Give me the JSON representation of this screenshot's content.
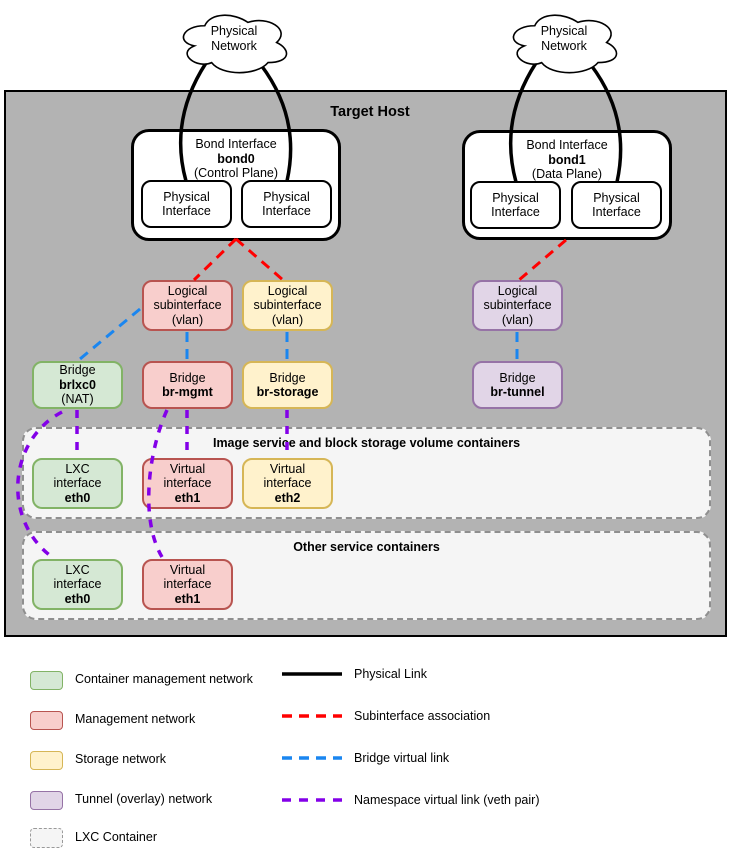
{
  "colors": {
    "host_bg": "#b3b3b3",
    "green_fill": "#d5e8d4",
    "green_stroke": "#82b366",
    "red_fill": "#f8cecc",
    "red_stroke": "#b85450",
    "yellow_fill": "#fff2cc",
    "yellow_stroke": "#d6b656",
    "purple_fill": "#e1d5e7",
    "purple_stroke": "#9673a6",
    "container_fill": "#f5f5f5",
    "container_stroke": "#8f8f8f",
    "link_physical": "#000000",
    "link_subinterface": "#ff0000",
    "link_bridge": "#1a86f0",
    "link_namespace": "#8300e8"
  },
  "clouds": {
    "left": "Physical Network",
    "right": "Physical Network"
  },
  "host": {
    "title": "Target Host"
  },
  "bonds": {
    "bond0": {
      "title": "Bond Interface",
      "name": "bond0",
      "plane": "(Control Plane)",
      "if_left": "Physical Interface",
      "if_right": "Physical Interface"
    },
    "bond1": {
      "title": "Bond Interface",
      "name": "bond1",
      "plane": "(Data Plane)",
      "if_left": "Physical Interface",
      "if_right": "Physical Interface"
    }
  },
  "vlans": {
    "mgmt": {
      "l1": "Logical",
      "l2": "subinterface",
      "l3": "(vlan)"
    },
    "storage": {
      "l1": "Logical",
      "l2": "subinterface",
      "l3": "(vlan)"
    },
    "tunnel": {
      "l1": "Logical",
      "l2": "subinterface",
      "l3": "(vlan)"
    }
  },
  "bridges": {
    "lxc": {
      "kind": "Bridge",
      "name": "brlxc0",
      "note": "(NAT)"
    },
    "mgmt": {
      "kind": "Bridge",
      "name": "br-mgmt"
    },
    "storage": {
      "kind": "Bridge",
      "name": "br-storage"
    },
    "tunnel": {
      "kind": "Bridge",
      "name": "br-tunnel"
    }
  },
  "containers": {
    "image_storage": {
      "title": "Image service and block storage volume containers",
      "eth0": {
        "l1": "LXC",
        "l2": "interface",
        "name": "eth0"
      },
      "eth1": {
        "l1": "Virtual",
        "l2": "interface",
        "name": "eth1"
      },
      "eth2": {
        "l1": "Virtual",
        "l2": "interface",
        "name": "eth2"
      }
    },
    "other": {
      "title": "Other service containers",
      "eth0": {
        "l1": "LXC",
        "l2": "interface",
        "name": "eth0"
      },
      "eth1": {
        "l1": "Virtual",
        "l2": "interface",
        "name": "eth1"
      }
    }
  },
  "legend": {
    "network_types": [
      {
        "label": "Container management network",
        "type": "green"
      },
      {
        "label": "Management network",
        "type": "red"
      },
      {
        "label": "Storage network",
        "type": "yellow"
      },
      {
        "label": "Tunnel (overlay) network",
        "type": "purple"
      },
      {
        "label": "LXC Container",
        "type": "lxc-dashed"
      }
    ],
    "link_types": [
      {
        "label": "Physical Link",
        "style": "solid-black"
      },
      {
        "label": "Subinterface association",
        "style": "dashed-red"
      },
      {
        "label": "Bridge virtual link",
        "style": "dashed-blue"
      },
      {
        "label": "Namespace virtual link (veth pair)",
        "style": "dashed-purple"
      }
    ]
  }
}
